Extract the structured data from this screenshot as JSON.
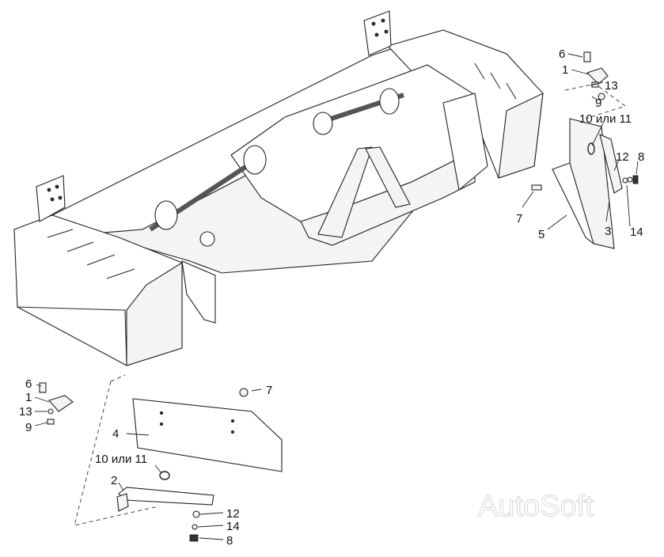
{
  "callouts_top": {
    "c6": "6",
    "c1": "1",
    "c13": "13",
    "c9": "9",
    "c10": "10 или 11",
    "c12": "12",
    "c8": "8",
    "c7": "7",
    "c5": "5",
    "c3": "3",
    "c14": "14"
  },
  "callouts_bottom": {
    "c6": "6",
    "c1": "1",
    "c13": "13",
    "c9": "9",
    "c7": "7",
    "c4": "4",
    "c10": "10 или 11",
    "c2": "2",
    "c12": "12",
    "c14": "14",
    "c8": "8"
  },
  "watermark": "AutoSoft"
}
